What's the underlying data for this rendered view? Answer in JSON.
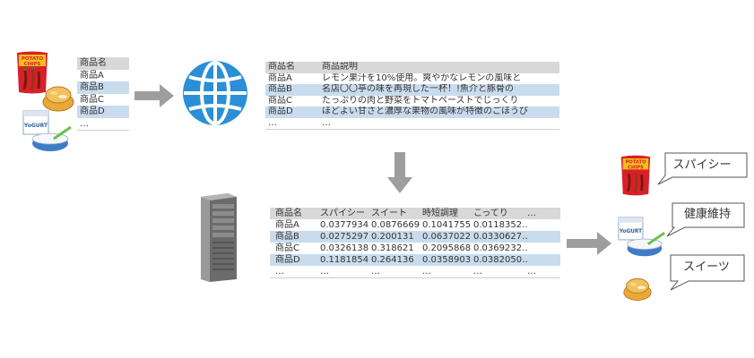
{
  "product_list": {
    "header": "商品名",
    "items": [
      "商品A",
      "商品B",
      "商品C",
      "商品D",
      "…"
    ]
  },
  "description_table": {
    "headers": [
      "商品名",
      "商品説明"
    ],
    "rows": [
      [
        "商品A",
        "レモン果汁を10%使用。爽やかなレモンの風味と"
      ],
      [
        "商品B",
        "名店〇〇亭の味を再現した一杯！!魚介と豚骨の"
      ],
      [
        "商品C",
        "たっぷりの肉と野菜をトマトペーストでじっくり"
      ],
      [
        "商品D",
        "ほどよい甘さと濃厚な果物の風味が特徴のごほうび"
      ],
      [
        "…",
        "…"
      ]
    ]
  },
  "score_table": {
    "headers": [
      "商品名",
      "スパイシー",
      "スイート",
      "時短調理",
      "こってり",
      "…"
    ],
    "rows": [
      [
        "商品A",
        "0.0377934",
        "0.0876669",
        "0.1041755",
        "0.0118352…",
        ""
      ],
      [
        "商品B",
        "0.0275297",
        "0.200131",
        "0.0637022",
        "0.0330627…",
        ""
      ],
      [
        "商品C",
        "0.0326138",
        "0.318621",
        "0.2095868",
        "0.0369232…",
        ""
      ],
      [
        "商品D",
        "0.1181854",
        "0.264136",
        "0.0358903",
        "0.0382050…",
        ""
      ],
      [
        "…",
        "…",
        "…",
        "…",
        "…",
        "…"
      ]
    ]
  },
  "product_images": {
    "chips_text_line1": "POTATO",
    "chips_text_line2": "CHIPS",
    "yogurt_text": "YoGURT"
  },
  "tags": [
    "スパイシー",
    "健康維持",
    "スイーツ"
  ],
  "colors": {
    "arrow": "#9e9e9e",
    "globe": "#2a8fd6",
    "row_highlight": "#c9dcee",
    "header_bg": "#d8d8d8",
    "chips_red": "#d8202a",
    "chips_yellow": "#f4c21a"
  },
  "icons": [
    "potato-chips-icon",
    "cream-puff-icon",
    "yogurt-icon",
    "globe-icon",
    "server-icon",
    "arrow-right-icon",
    "arrow-down-icon"
  ]
}
